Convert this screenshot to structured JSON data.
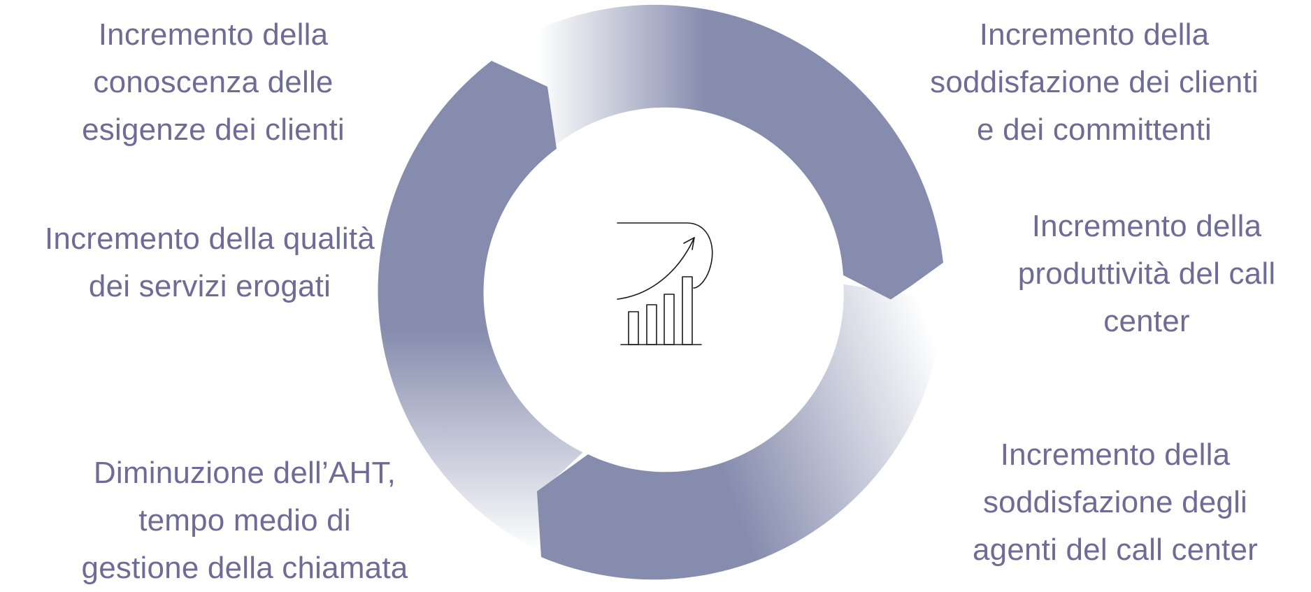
{
  "diagram": {
    "colors": {
      "ring": "#858cad",
      "text": "#6f6b97",
      "icon": "#1a1a1a"
    },
    "center_icon": "growth-chart-icon",
    "labels": {
      "top_left": [
        "Incremento della",
        "conoscenza delle",
        "esigenze dei clienti"
      ],
      "middle_left": [
        "Incremento della qualità",
        "dei servizi erogati"
      ],
      "bottom_left": [
        "Diminuzione dell’AHT,",
        "tempo medio di",
        "gestione della chiamata"
      ],
      "top_right": [
        "Incremento della",
        "soddisfazione dei clienti",
        "e dei committenti"
      ],
      "middle_right": [
        "Incremento della",
        "produttività del call",
        "center"
      ],
      "bottom_right": [
        "Incremento della",
        "soddisfazione degli",
        "agenti del call center"
      ]
    }
  }
}
